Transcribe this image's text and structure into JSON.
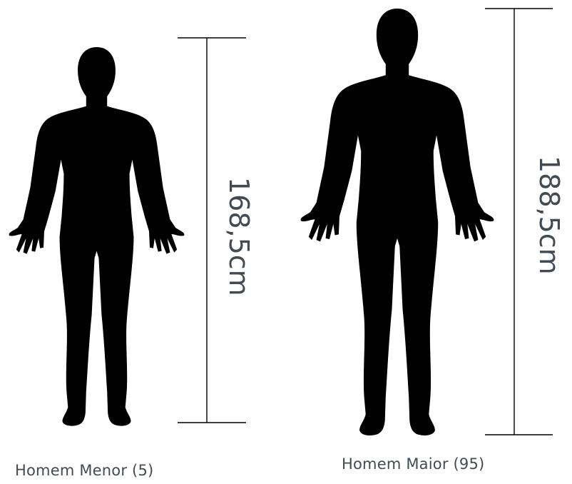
{
  "figures": [
    {
      "caption": "Homem Menor (5)",
      "height_label": "168,5cm",
      "icon": "human-silhouette-icon"
    },
    {
      "caption": "Homem Maior (95)",
      "height_label": "188,5cm",
      "icon": "human-silhouette-icon"
    }
  ],
  "colors": {
    "silhouette": "#000000",
    "text": "#444a52",
    "measure_line": "#000000",
    "background": "#ffffff"
  }
}
